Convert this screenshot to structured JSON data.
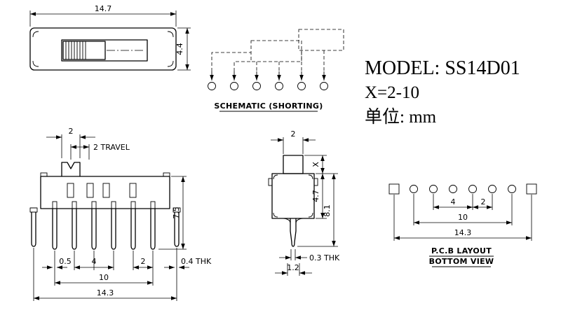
{
  "drawing": {
    "model": "MODEL: SS14D01",
    "x_range": "X=2-10",
    "units": "单位: mm"
  },
  "schematic": {
    "caption": "SCHEMATIC (SHORTING)"
  },
  "top_view": {
    "width": "14.7",
    "height": "4.4"
  },
  "front_view": {
    "knob_width": "2",
    "travel": "2 TRAVEL",
    "body_height": "7.5",
    "pin_width": "0.5",
    "pitch_wide": "4",
    "pitch_narrow": "2",
    "thickness": "0.4 THK",
    "pin_span": "10",
    "total_width": "14.3"
  },
  "side_view": {
    "knob_width": "2",
    "knob_height": "X",
    "body_height": "4.7",
    "total_height": "8.1",
    "pin_thickness": "0.3 THK",
    "pin_root_width": "1.2"
  },
  "pcb_view": {
    "pitch_wide": "4",
    "pitch_narrow": "2",
    "hole_span": "10",
    "total_span": "14.3",
    "caption_line1": "P.C.B LAYOUT",
    "caption_line2": "BOTTOM VIEW"
  }
}
